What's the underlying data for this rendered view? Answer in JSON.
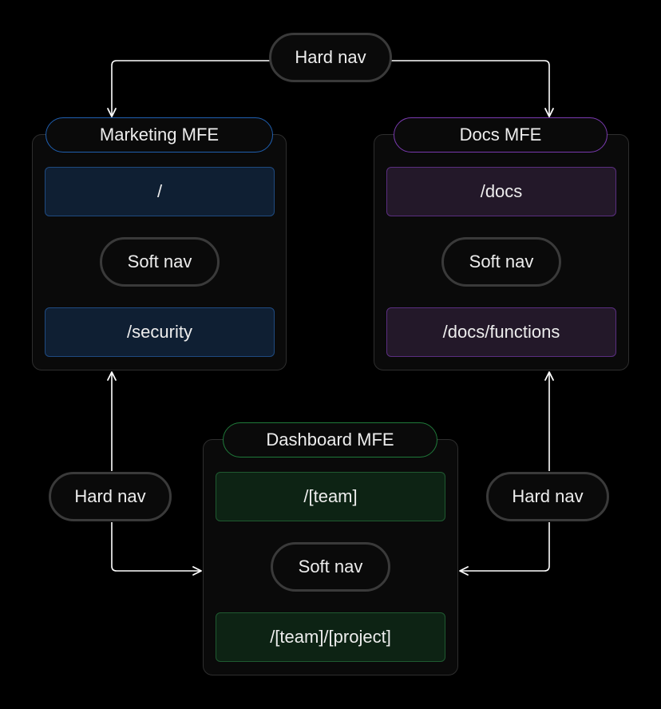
{
  "diagram": {
    "marketing": {
      "title": "Marketing MFE",
      "route_top": "/",
      "soft_nav": "Soft nav",
      "route_bottom": "/security"
    },
    "docs": {
      "title": "Docs MFE",
      "route_top": "/docs",
      "soft_nav": "Soft nav",
      "route_bottom": "/docs/functions"
    },
    "dashboard": {
      "title": "Dashboard MFE",
      "route_top": "/[team]",
      "soft_nav": "Soft nav",
      "route_bottom": "/[team]/[project]"
    },
    "hard_nav_top": "Hard nav",
    "hard_nav_left": "Hard nav",
    "hard_nav_right": "Hard nav"
  },
  "colors": {
    "background": "#000000",
    "panel": "#0a0a0a",
    "marketing_accent": "#1f5fb0",
    "marketing_fill": "#0f1f33",
    "docs_accent": "#7a3ab0",
    "docs_fill": "#231829",
    "dashboard_accent": "#1f7a3a",
    "dashboard_fill": "#0d2314",
    "line": "#ffffff"
  }
}
